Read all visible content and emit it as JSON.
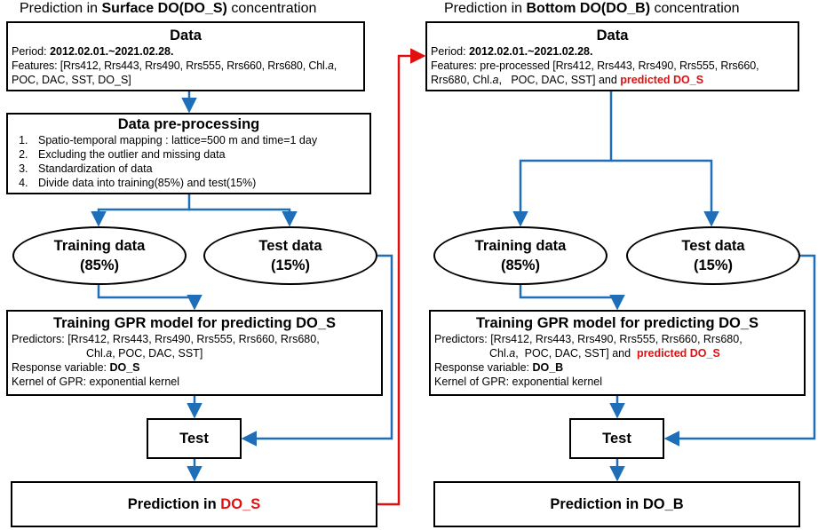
{
  "left": {
    "title_prefix": "Prediction in ",
    "title_bold": "Surface DO(DO_S)",
    "title_suffix": " concentration",
    "data_box": {
      "heading": "Data",
      "period_label": "Period: ",
      "period_value": "2012.02.01.~2021.02.28.",
      "features_line1_pre": "Features: [Rrs412, Rrs443, Rrs490, Rrs555, Rrs660, Rrs680, Chl.",
      "features_line1_italic": "a",
      "features_line1_post": ",",
      "features_line2": "POC, DAC, SST, DO_S]"
    },
    "preprocess_box": {
      "heading": "Data pre-processing",
      "steps": [
        "Spatio-temporal mapping : lattice=500 m and time=1 day",
        "Excluding the outlier and missing data",
        "Standardization of data",
        "Divide data into training(85%) and test(15%)"
      ]
    },
    "training_ellipse": {
      "line1": "Training data",
      "line2": "(85%)"
    },
    "test_ellipse": {
      "line1": "Test data",
      "line2": "(15%)"
    },
    "gpr_box": {
      "heading": "Training GPR model for predicting DO_S",
      "predictors_line1": "Predictors: [Rrs412, Rrs443, Rrs490, Rrs555, Rrs660, Rrs680,",
      "predictors_line2_pre": "Chl.",
      "predictors_line2_italic": "a",
      "predictors_line2_post": ",  POC, DAC, SST]",
      "response_label": "Response variable: ",
      "response_value": "DO_S",
      "kernel": "Kernel of GPR: exponential kernel"
    },
    "test_box": "Test",
    "prediction_prefix": "Prediction in ",
    "prediction_value": "DO_S"
  },
  "right": {
    "title_prefix": "Prediction in ",
    "title_bold": "Bottom DO(DO_B)",
    "title_suffix": " concentration",
    "data_box": {
      "heading": "Data",
      "period_label": "Period: ",
      "period_value": "2012.02.01.~2021.02.28.",
      "features_line1": "Features: pre-processed [Rrs412, Rrs443, Rrs490, Rrs555, Rrs660,",
      "features_line2_pre": "Rrs680, Chl.",
      "features_line2_italic": "a",
      "features_line2_mid": ",   POC, DAC, SST] and ",
      "features_line2_red": "predicted DO_S"
    },
    "training_ellipse": {
      "line1": "Training data",
      "line2": "(85%)"
    },
    "test_ellipse": {
      "line1": "Test data",
      "line2": "(15%)"
    },
    "gpr_box": {
      "heading": "Training GPR model for predicting DO_S",
      "predictors_line1": "Predictors: [Rrs412, Rrs443, Rrs490, Rrs555, Rrs660, Rrs680,",
      "predictors_line2_pre": "Chl.",
      "predictors_line2_italic": "a",
      "predictors_line2_mid": ",  POC, DAC, SST] and  ",
      "predictors_line2_red": "predicted DO_S",
      "response_label": "Response variable: ",
      "response_value": "DO_B",
      "kernel": "Kernel of GPR: exponential kernel"
    },
    "test_box": "Test",
    "prediction": "Prediction in DO_B"
  },
  "colors": {
    "arrow_blue": "#1f6fb8",
    "arrow_red": "#e01010",
    "highlight_red": "#e01010"
  }
}
